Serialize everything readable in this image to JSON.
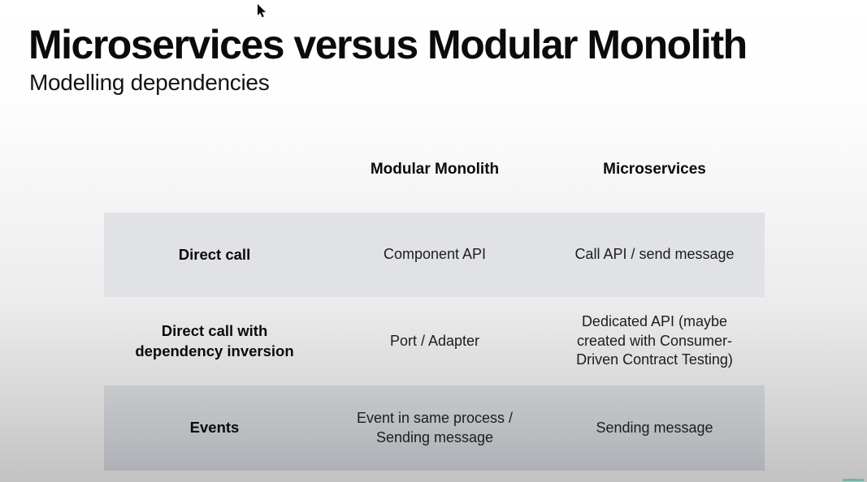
{
  "slide": {
    "title": "Microservices versus Modular Monolith",
    "subtitle": "Modelling dependencies"
  },
  "table": {
    "columns": [
      "",
      "Modular Monolith",
      "Microservices"
    ],
    "rows": [
      {
        "label": "Direct call",
        "modular_monolith": "Component API",
        "microservices": "Call API / send message"
      },
      {
        "label": "Direct call with dependency inversion",
        "modular_monolith": "Port / Adapter",
        "microservices": "Dedicated API (maybe created with Consumer-Driven Contract Testing)"
      },
      {
        "label": "Events",
        "modular_monolith": "Event in same process / Sending message",
        "microservices": "Sending message"
      }
    ]
  },
  "colors": {
    "text": "#0b0b0b",
    "row_band_light": "#e0e2e5",
    "row_band_dark_top": "#c6c9cc",
    "row_band_dark_bottom": "#aeb2b6",
    "background_top": "#ffffff",
    "background_bottom": "#c2c2c2",
    "watermark_teal": "#2ca8a0"
  },
  "icons": {
    "mouse_cursor": "pointer-arrow"
  }
}
